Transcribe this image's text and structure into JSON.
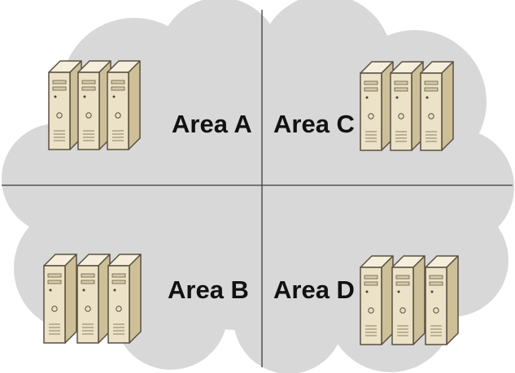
{
  "areas": {
    "a": {
      "label": "Area A"
    },
    "b": {
      "label": "Area B"
    },
    "c": {
      "label": "Area C"
    },
    "d": {
      "label": "Area D"
    }
  },
  "icons": {
    "server": "server-tower-icon",
    "cloud": "cloud-shape"
  },
  "colors": {
    "cloud_fill": "#d8d8d8",
    "divider": "#3c3c3c",
    "server_front": "#ece2c8",
    "server_side": "#cdbf98",
    "server_top": "#f5eedc",
    "label_text": "#111111"
  }
}
